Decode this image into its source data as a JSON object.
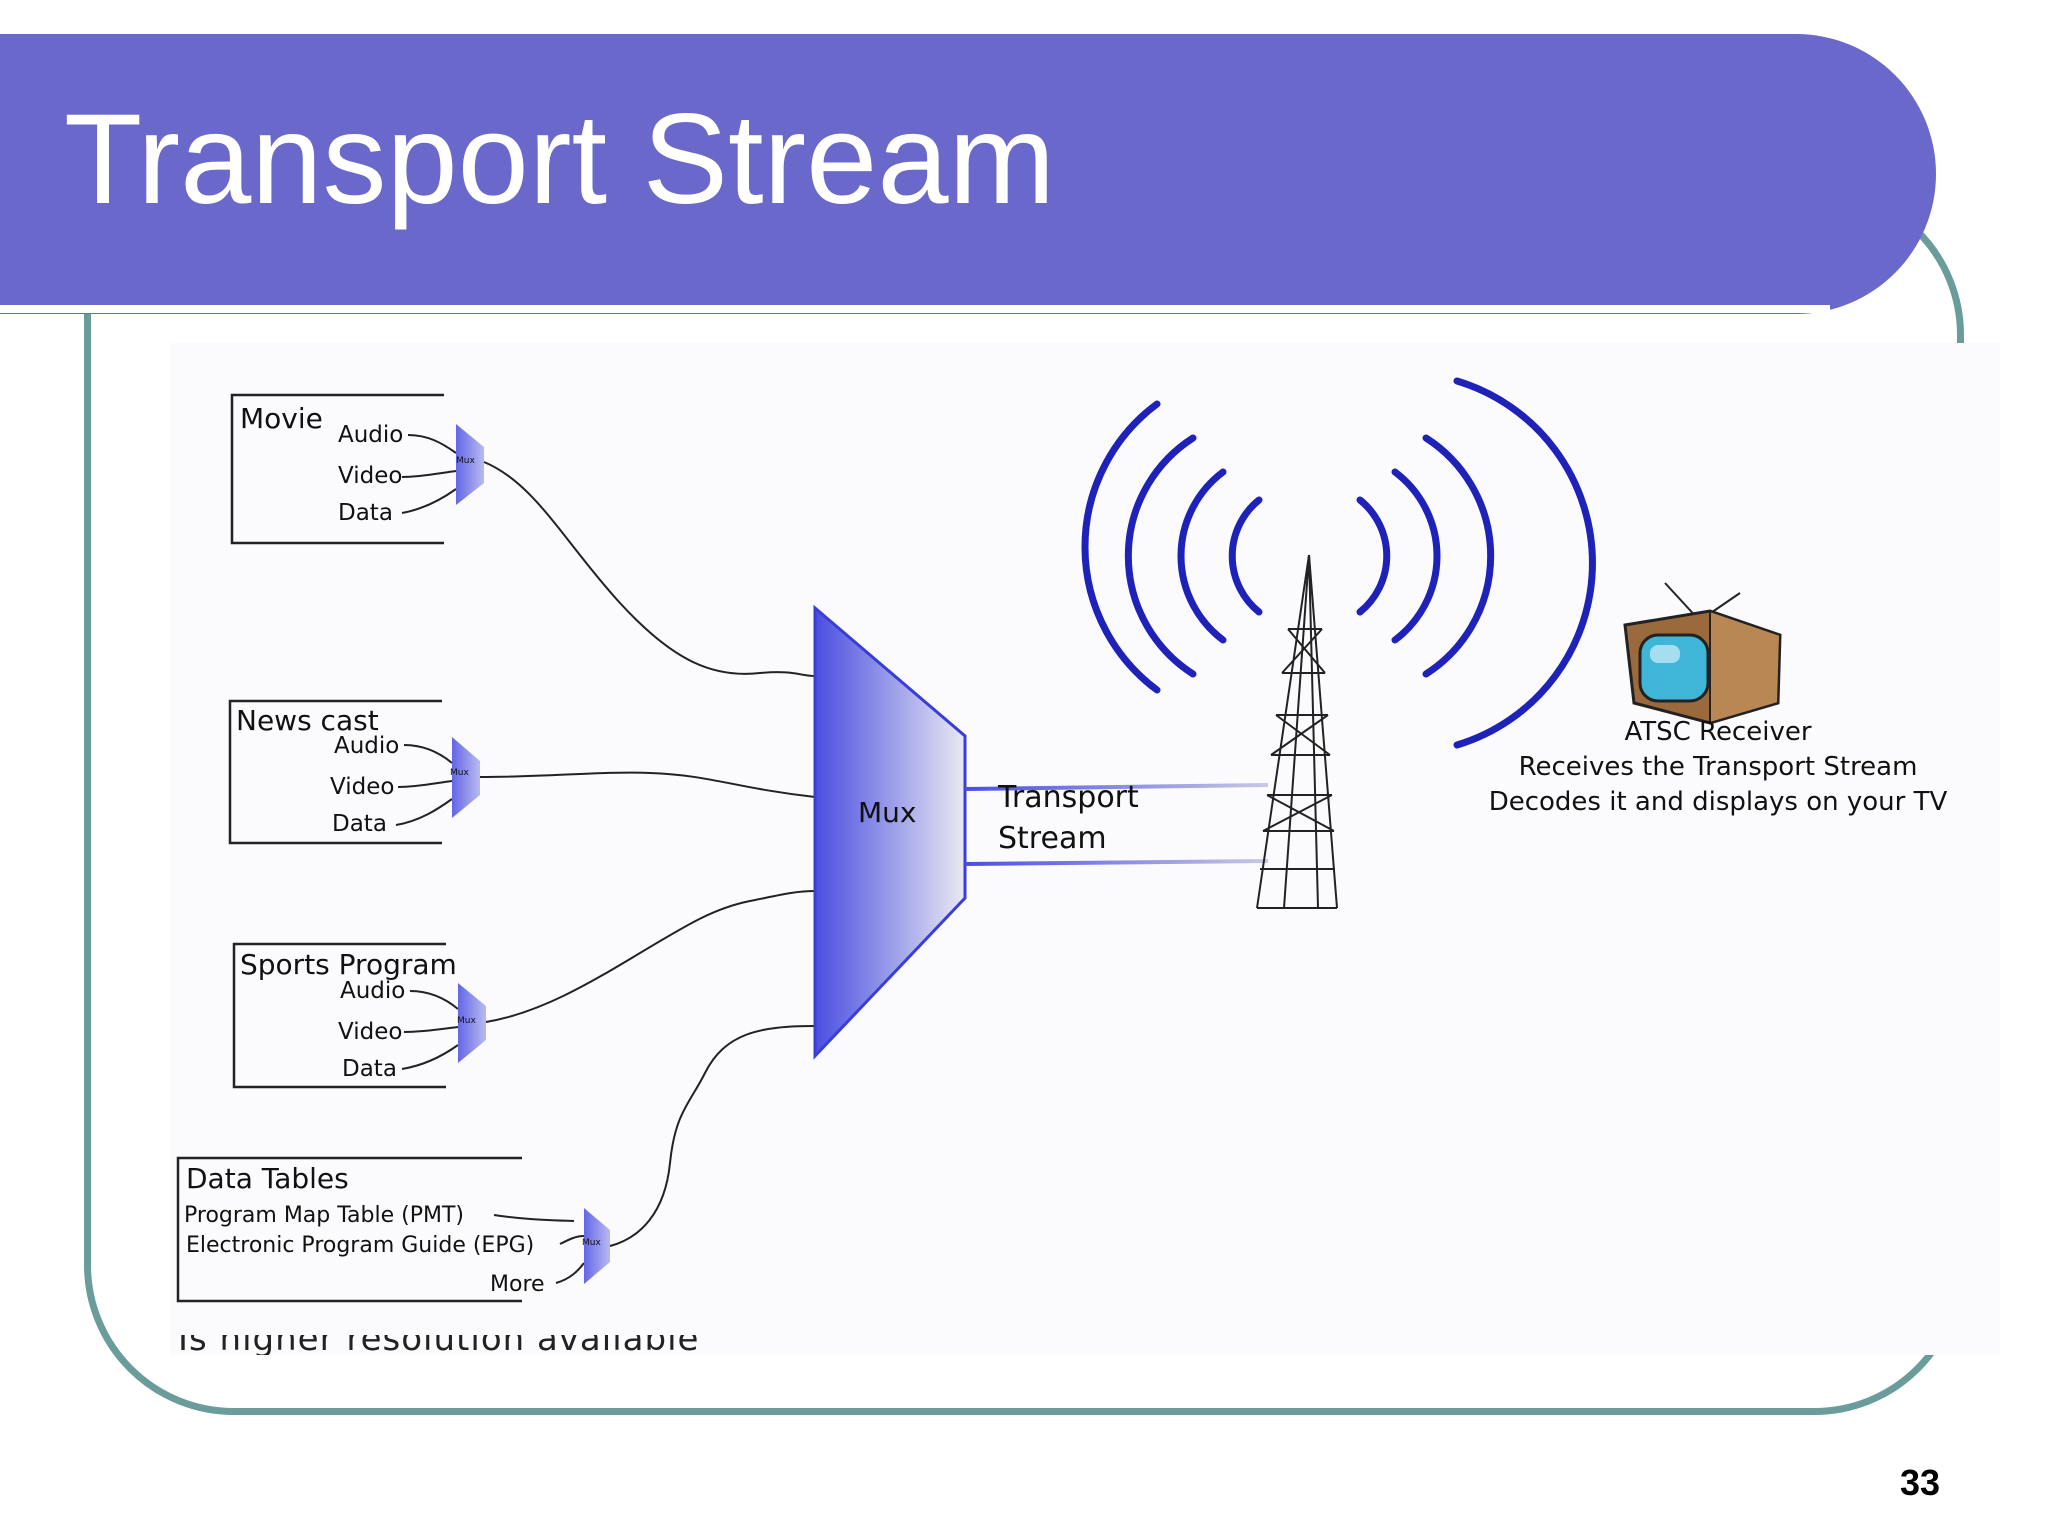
{
  "slide": {
    "title": "Transport Stream",
    "page_number": "33"
  },
  "colors": {
    "header": "#6a69cb",
    "frame": "#6a9c9b",
    "mux_fill": "#5b5ee0",
    "wave": "#1e22b8"
  },
  "sources": [
    {
      "name": "Movie",
      "inputs": [
        "Audio",
        "Video",
        "Data"
      ],
      "mux": "Mux"
    },
    {
      "name": "News cast",
      "inputs": [
        "Audio",
        "Video",
        "Data"
      ],
      "mux": "Mux"
    },
    {
      "name": "Sports Program",
      "inputs": [
        "Audio",
        "Video",
        "Data"
      ],
      "mux": "Mux"
    },
    {
      "name": "Data Tables",
      "inputs": [
        "Program Map Table (PMT)",
        "Electronic Program Guide (EPG)",
        "More"
      ],
      "mux": "Mux"
    }
  ],
  "main_mux": {
    "label": "Mux"
  },
  "stream": {
    "line1": "Transport",
    "line2": "Stream"
  },
  "receiver": {
    "title": "ATSC Receiver",
    "line1": "Receives the Transport Stream",
    "line2": "Decodes it and displays on your TV",
    "icon": "tv-icon"
  },
  "tower": {
    "icon": "broadcast-tower-icon"
  },
  "footer_note": "Is higher resolution available"
}
